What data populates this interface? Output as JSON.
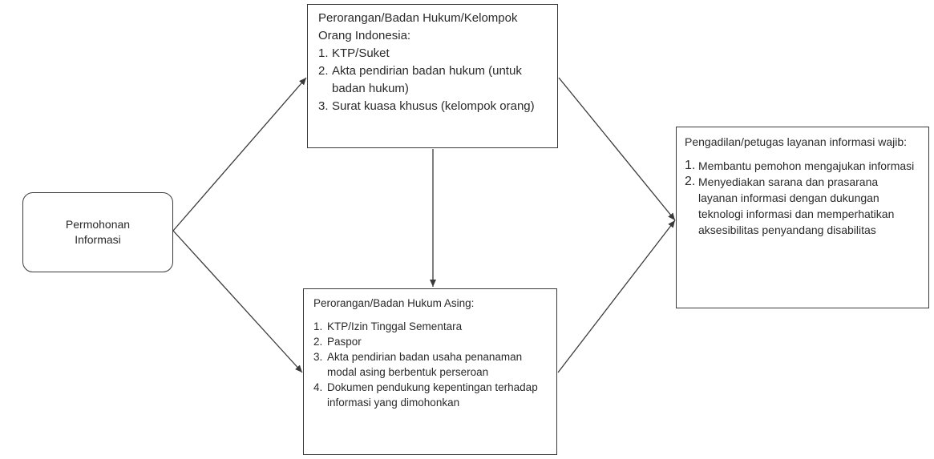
{
  "start": {
    "label_line1": "Permohonan",
    "label_line2": "Informasi"
  },
  "indonesian": {
    "title_line1": "Perorangan/Badan Hukum/Kelompok",
    "title_line2": "Orang Indonesia:",
    "items": [
      {
        "num": "1.",
        "text": "KTP/Suket"
      },
      {
        "num": "2.",
        "text": "Akta pendirian badan hukum (untuk badan hukum)"
      },
      {
        "num": "3.",
        "text": "Surat kuasa khusus (kelompok orang)"
      }
    ]
  },
  "foreign": {
    "title": "Perorangan/Badan Hukum Asing:",
    "items": [
      {
        "num": "1.",
        "text": "KTP/Izin Tinggal Sementara"
      },
      {
        "num": "2.",
        "text": "Paspor"
      },
      {
        "num": "3.",
        "text": "Akta pendirian badan usaha penanaman modal asing berbentuk perseroan"
      },
      {
        "num": "4.",
        "text": "Dokumen pendukung kepentingan terhadap informasi yang dimohonkan"
      }
    ]
  },
  "court": {
    "title": "Pengadilan/petugas layanan informasi wajib:",
    "items": [
      {
        "num": "1.",
        "text": "Membantu pemohon mengajukan informasi"
      },
      {
        "num": "2.",
        "text": "Menyediakan sarana dan prasarana layanan informasi dengan dukungan teknologi informasi dan memperhatikan aksesibilitas penyandang disabilitas"
      }
    ]
  },
  "colors": {
    "line": "#3a3a3a",
    "text": "#2a2a2a",
    "background": "#ffffff"
  }
}
